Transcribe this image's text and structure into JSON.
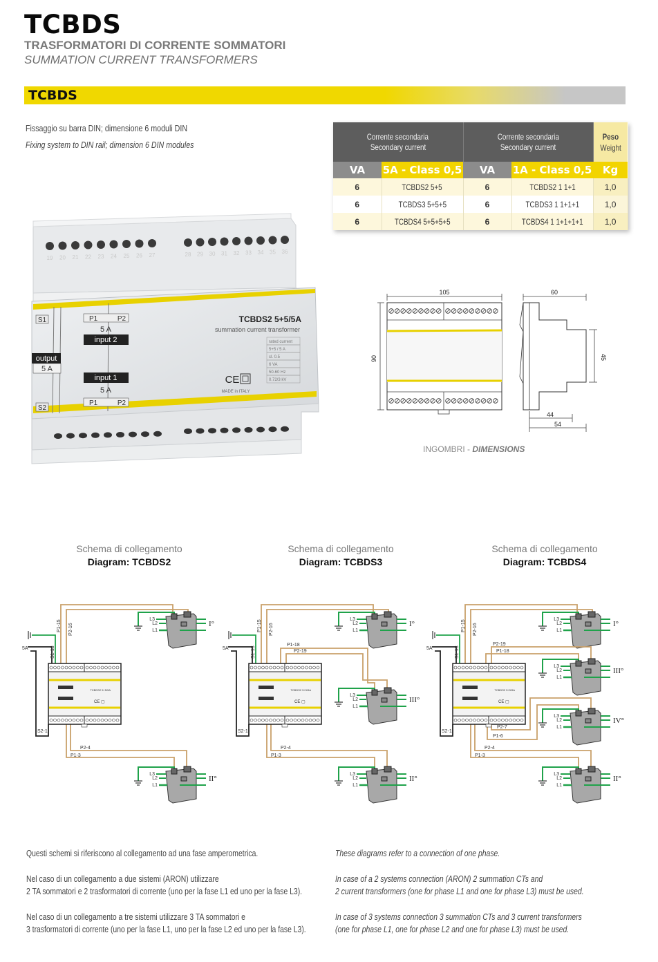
{
  "header": {
    "title": "TCBDS",
    "subtitle_it": "TRASFORMATORI DI CORRENTE SOMMATORI",
    "subtitle_en": "SUMMATION CURRENT TRANSFORMERS"
  },
  "section": {
    "label": "TCBDS",
    "accent_color": "#f0d800"
  },
  "intro": {
    "it": "Fissaggio su barra DIN; dimensione 6 moduli DIN",
    "en": "Fixing system to DIN rail; dimension 6 DIN modules"
  },
  "table": {
    "group1_line1": "Corrente secondaria",
    "group1_line2": "Secondary current",
    "group2_line1": "Corrente secondaria",
    "group2_line2": "Secondary current",
    "weight_line1": "Peso",
    "weight_line2": "Weight",
    "col_va1": "VA",
    "col_5a": "5A - Class 0,5",
    "col_va2": "VA",
    "col_1a": "1A - Class 0,5",
    "col_kg": "Kg",
    "rows": [
      {
        "va1": "6",
        "model5a": "TCBDS2 5+5",
        "va2": "6",
        "model1a": "TCBDS2 1 1+1",
        "kg": "1,0"
      },
      {
        "va1": "6",
        "model5a": "TCBDS3 5+5+5",
        "va2": "6",
        "model1a": "TCBDS3 1 1+1+1",
        "kg": "1,0"
      },
      {
        "va1": "6",
        "model5a": "TCBDS4 5+5+5+5",
        "va2": "6",
        "model1a": "TCBDS4 1 1+1+1+1",
        "kg": "1,0"
      }
    ]
  },
  "photo": {
    "top_terminals": [
      "19",
      "20",
      "21",
      "22",
      "23",
      "24",
      "25",
      "26",
      "27"
    ],
    "top_terminals_right": [
      "28",
      "29",
      "30",
      "31",
      "32",
      "33",
      "34",
      "35",
      "36"
    ],
    "model": "TCBDS2 5+5/5A",
    "desc": "summation current transformer",
    "s1": "S1",
    "s2": "S2",
    "p1": "P1",
    "p2": "P2",
    "input2": "input 2",
    "input1": "input 1",
    "output": "output",
    "amp": "5 A",
    "rating_lines": [
      "rated current",
      "5+5 / 5 A",
      "cl. 0.5",
      "6 VA",
      "50-60 Hz",
      "0.72/3 kV"
    ],
    "ce": "CE",
    "made_in": "MADE in ITALY"
  },
  "dimensions": {
    "width": "105",
    "height": "90",
    "depth": "60",
    "front": "45",
    "d44": "44",
    "d54": "54",
    "caption_it": "INGOMBRI - ",
    "caption_en": "DIMENSIONS"
  },
  "diagrams": [
    {
      "title_it": "Schema di collegamento",
      "title_en": "Diagram: TCBDS2",
      "labels": {
        "p1_15": "P1-15",
        "p2_16": "P2-16",
        "s1_13": "S1-13",
        "five_a": "5A",
        "s2_1": "S2-1",
        "p2_4": "P2-4",
        "p1_3": "P1-3",
        "l1": "L1",
        "l2": "L2",
        "l3": "L3",
        "ct1": "I°",
        "ct2": "II°"
      }
    },
    {
      "title_it": "Schema di collegamento",
      "title_en": "Diagram: TCBDS3",
      "labels": {
        "p1_15": "P1-15",
        "p2_16": "P2-16",
        "s1_13": "S1-13",
        "five_a": "5A",
        "s2_1": "S2-1",
        "p1_18": "P1-18",
        "p2_19": "P2-19",
        "p2_4": "P2-4",
        "p1_3": "P1-3",
        "l1": "L1",
        "l2": "L2",
        "l3": "L3",
        "ct1": "I°",
        "ct3": "III°",
        "ct2": "II°"
      }
    },
    {
      "title_it": "Schema di collegamento",
      "title_en": "Diagram: TCBDS4",
      "labels": {
        "p1_15": "P1-15",
        "p2_16": "P2-16",
        "s1_13": "S1-13",
        "five_a": "5A",
        "s2_1": "S2-1",
        "p2_19": "P2-19",
        "p1_18": "P1-18",
        "p2_7": "P2-7",
        "p1_6": "P1-6",
        "p2_4": "P2-4",
        "p1_3": "P1-3",
        "l1": "L1",
        "l2": "L2",
        "l3": "L3",
        "ct1": "I°",
        "ct3": "III°",
        "ct4": "IV°",
        "ct2": "II°"
      }
    }
  ],
  "notes": {
    "it": [
      "Questi schemi si riferiscono al collegamento ad una fase amperometrica.",
      "Nel caso di un collegamento a due sistemi (ARON) utilizzare",
      "2 TA sommatori e 2 trasformatori di corrente (uno per la fase L1 ed uno per la fase L3).",
      "Nel caso di un collegamento a tre sistemi utilizzare 3 TA sommatori e",
      "3 trasformatori di corrente (uno per la fase L1, uno per la fase L2 ed uno per la fase L3)."
    ],
    "en": [
      "These diagrams refer to a connection of one phase.",
      "In case of a 2 systems connection (ARON) 2 summation CTs and",
      "2 current transformers (one for phase L1 and one for phase L3) must be used.",
      "In case of 3 systems connection 3 summation CTs and 3 current transformers",
      "(one for phase L1, one for phase L2 and one for phase L3) must be used."
    ]
  },
  "colors": {
    "wire_brown": "#c9a06a",
    "wire_green": "#1fa24a",
    "yellow": "#f2d400",
    "table_dark": "#5d5d5d"
  }
}
